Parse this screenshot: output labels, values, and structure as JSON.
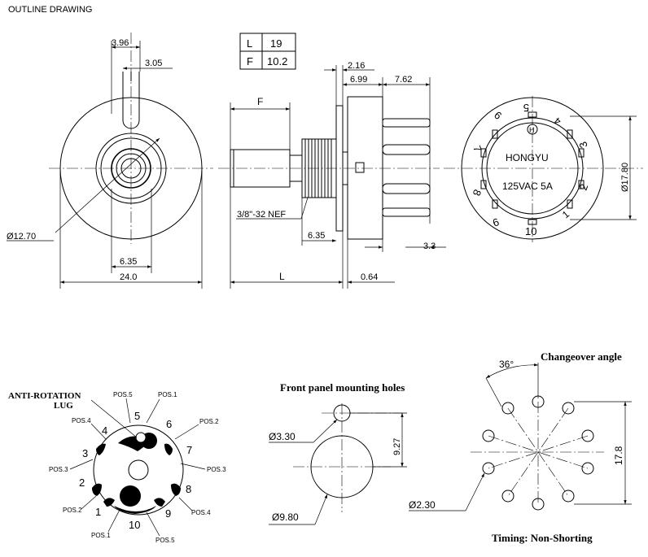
{
  "title": "OUTLINE DRAWING",
  "front_view": {
    "dim_lug_width": "3.96",
    "dim_slot_width": "3.05",
    "dim_body_diameter": "Ø12.70",
    "dim_shaft": "6.35",
    "dim_overall": "24.0"
  },
  "spec_table": {
    "rows": [
      {
        "key": "L",
        "value": "19"
      },
      {
        "key": "F",
        "value": "10.2"
      }
    ]
  },
  "side_view": {
    "dim_f": "F",
    "dim_216": "2.16",
    "dim_699": "6.99",
    "dim_762": "7.62",
    "thread_label": "3/8\"-32 NEF",
    "dim_635": "6.35",
    "dim_33": "3.3",
    "dim_l": "L",
    "dim_064": "0.64"
  },
  "rear_view": {
    "brand": "HONGYU",
    "logo_letter": "H",
    "rating": "125VAC 5A",
    "diameter": "Ø17.80",
    "numbers": [
      "1",
      "2",
      "3",
      "4",
      "5",
      "6",
      "7",
      "8",
      "9",
      "10"
    ]
  },
  "anti_rotation": {
    "label_line1": "ANTI-ROTATION",
    "label_line2": "LUG",
    "numbers": [
      "1",
      "2",
      "3",
      "4",
      "5",
      "6",
      "7",
      "8",
      "9",
      "10"
    ],
    "pos_labels": {
      "top_left": "POS.5",
      "top_right": "POS.1",
      "upper_left": "POS.4",
      "upper_right": "POS.2",
      "mid_left": "POS.3",
      "mid_right": "POS.3",
      "lower_left": "POS.2",
      "lower_right": "POS.4",
      "bottom_left": "POS.1",
      "bottom_right": "POS.5"
    }
  },
  "panel_holes": {
    "title": "Front panel mounting holes",
    "small_hole": "Ø3.30",
    "large_hole": "Ø9.80",
    "spacing": "9.27"
  },
  "changeover": {
    "title": "Changeover angle",
    "angle": "36°",
    "pcd": "17.8",
    "pin_dia": "Ø2.30",
    "timing": "Timing: Non-Shorting"
  }
}
